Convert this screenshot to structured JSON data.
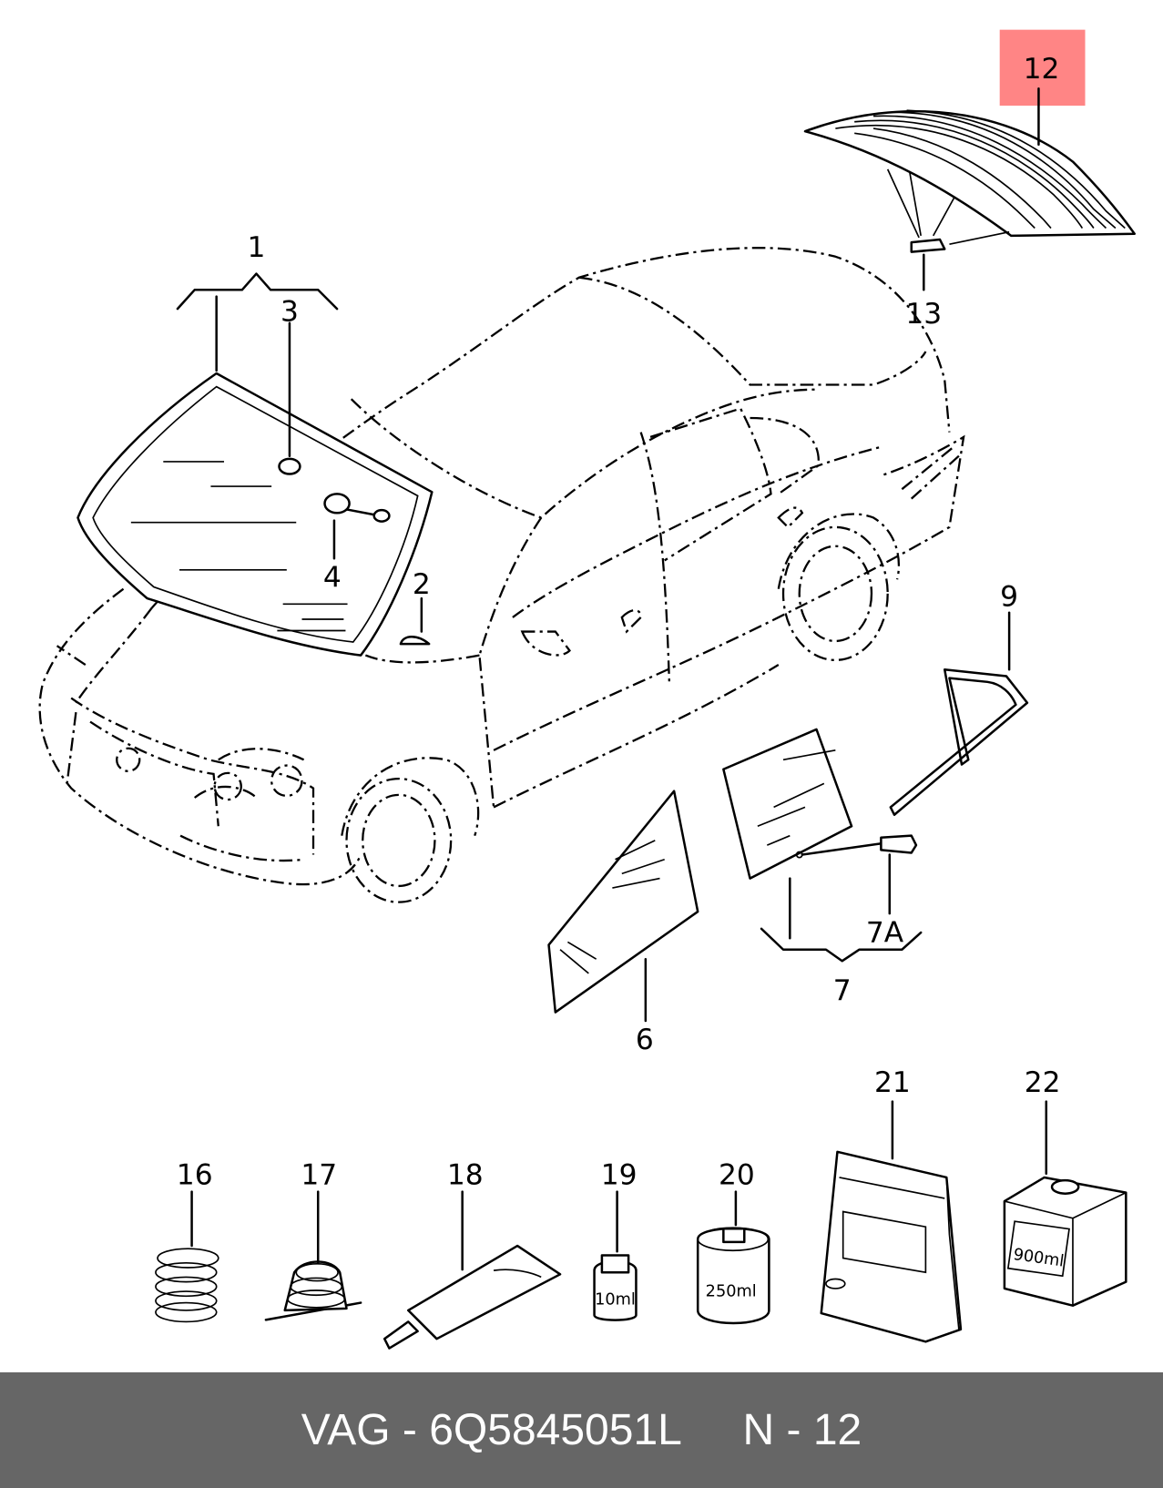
{
  "callouts": {
    "c1": "1",
    "c2": "2",
    "c3": "3",
    "c4": "4",
    "c6": "6",
    "c7": "7",
    "c7a": "7A",
    "c9": "9",
    "c12": "12",
    "c13": "13",
    "c16": "16",
    "c17": "17",
    "c18": "18",
    "c19": "19",
    "c20": "20",
    "c21": "21",
    "c22": "22"
  },
  "item_labels": {
    "bottle19": "10ml",
    "can20": "250ml",
    "box22": "900ml"
  },
  "highlight": {
    "part": "12",
    "color": "#ff8585"
  },
  "footer": {
    "brand": "VAG",
    "part_number": "6Q5845051L",
    "position": "N - 12"
  }
}
